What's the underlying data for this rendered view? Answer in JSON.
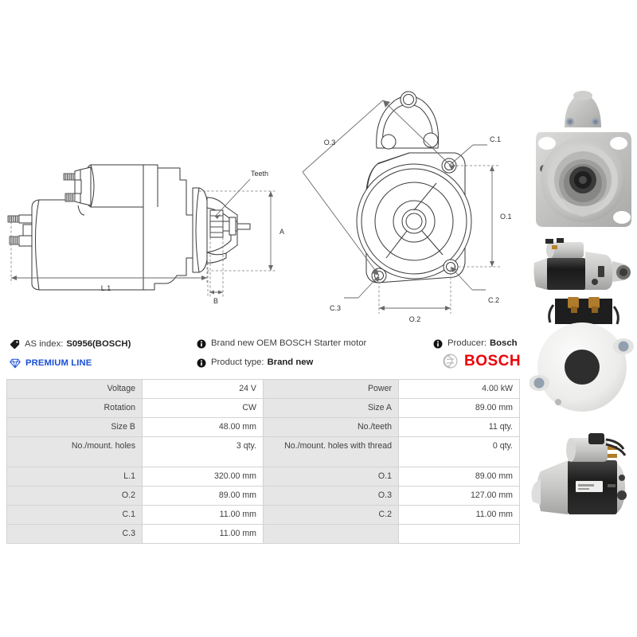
{
  "product": {
    "as_index_label": "AS index:",
    "as_index_value": "S0956(BOSCH)",
    "premium_line": "PREMIUM LINE",
    "oem_note": "Brand new OEM BOSCH Starter motor",
    "product_type_label": "Product type:",
    "product_type_value": "Brand new",
    "producer_label": "Producer:",
    "producer_value": "Bosch",
    "brand_wordmark": "BOSCH"
  },
  "icons": {
    "tag": "tag-icon",
    "gem": "gem-icon",
    "info": "info-icon",
    "bosch_emblem": "bosch-emblem-icon"
  },
  "colors": {
    "premium_blue": "#1a4fd6",
    "bosch_red": "#ed0007",
    "label_cell_bg": "#e6e6e6",
    "border": "#d3d3d3",
    "text": "#3f3f3f"
  },
  "drawings": {
    "side_view": {
      "name": "starter-motor-side-view",
      "labels": [
        "Teeth",
        "A",
        "L.1",
        "B"
      ]
    },
    "front_view": {
      "name": "starter-motor-front-view",
      "labels": [
        "O.3",
        "C.1",
        "O.1",
        "C.2",
        "C.3",
        "O.2"
      ]
    }
  },
  "photos": [
    {
      "name": "photo-front-face",
      "caption": ""
    },
    {
      "name": "photo-side-profile",
      "caption": ""
    },
    {
      "name": "photo-solenoid-terminals",
      "caption": ""
    },
    {
      "name": "photo-rear-and-angle",
      "caption": ""
    }
  ],
  "spec_table": {
    "rows": [
      {
        "l1": "Voltage",
        "v1": "24 V",
        "l2": "Power",
        "v2": "4.00 kW",
        "tall": false
      },
      {
        "l1": "Rotation",
        "v1": "CW",
        "l2": "Size A",
        "v2": "89.00 mm",
        "tall": false
      },
      {
        "l1": "Size B",
        "v1": "48.00 mm",
        "l2": "No./teeth",
        "v2": "11 qty.",
        "tall": false
      },
      {
        "l1": "No./mount. holes",
        "v1": "3 qty.",
        "l2": "No./mount. holes with thread",
        "v2": "0 qty.",
        "tall": true
      },
      {
        "l1": "L.1",
        "v1": "320.00 mm",
        "l2": "O.1",
        "v2": "89.00 mm",
        "tall": false
      },
      {
        "l1": "O.2",
        "v1": "89.00 mm",
        "l2": "O.3",
        "v2": "127.00 mm",
        "tall": false
      },
      {
        "l1": "C.1",
        "v1": "11.00 mm",
        "l2": "C.2",
        "v2": "11.00 mm",
        "tall": false
      },
      {
        "l1": "C.3",
        "v1": "11.00 mm",
        "l2": "",
        "v2": "",
        "tall": false
      }
    ]
  },
  "dimension_labels": {
    "teeth": "Teeth",
    "a": "A",
    "b": "B",
    "l1": "L.1",
    "o1": "O.1",
    "o2": "O.2",
    "o3": "O.3",
    "c1": "C.1",
    "c2": "C.2",
    "c3": "C.3"
  }
}
